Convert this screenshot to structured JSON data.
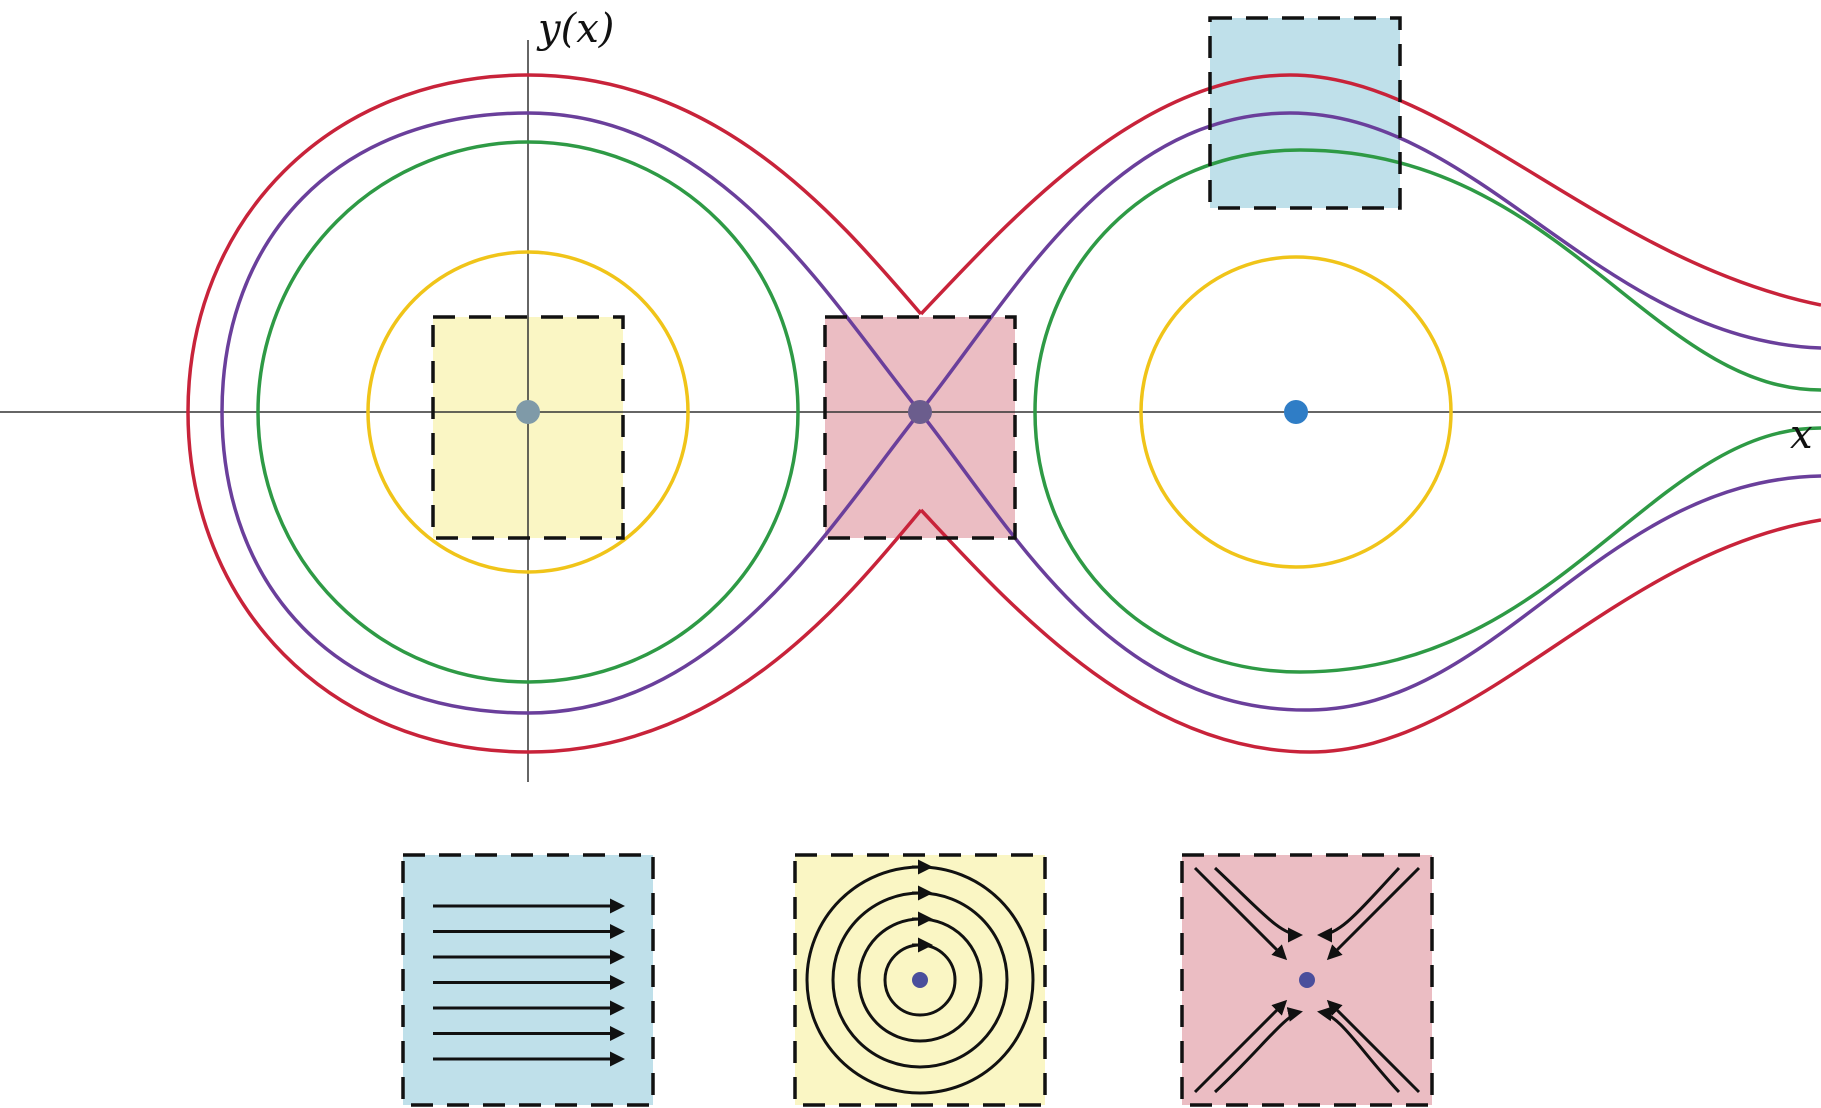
{
  "labels": {
    "y_axis": "y(x)",
    "x_axis": "x"
  },
  "colors": {
    "red": "#c8233a",
    "purple": "#6a3f9b",
    "green": "#2e9a45",
    "yellow": "#f0c419",
    "blue_point": "#2f7dc6",
    "fixed_point_dot": "#4a4f9c",
    "box_blue": "#bfe0ea",
    "box_yellow": "#faf6c4",
    "box_pink": "#ebbdc3",
    "axis": "#333333"
  },
  "contours": [
    {
      "name": "red",
      "color_key": "red"
    },
    {
      "name": "purple",
      "color_key": "purple"
    },
    {
      "name": "green",
      "color_key": "green"
    },
    {
      "name": "yellow",
      "color_key": "yellow"
    }
  ],
  "fixed_points": [
    {
      "kind": "center",
      "color": "#7f9aa8"
    },
    {
      "kind": "saddle",
      "color": "#6b5d8d"
    },
    {
      "kind": "center",
      "color": "#2f7dc6"
    }
  ],
  "insets": [
    {
      "kind": "uniform-flow",
      "color_key": "box_blue",
      "arrow_count": 7
    },
    {
      "kind": "center",
      "color_key": "box_yellow",
      "ring_count": 4
    },
    {
      "kind": "saddle",
      "color_key": "box_pink"
    }
  ]
}
